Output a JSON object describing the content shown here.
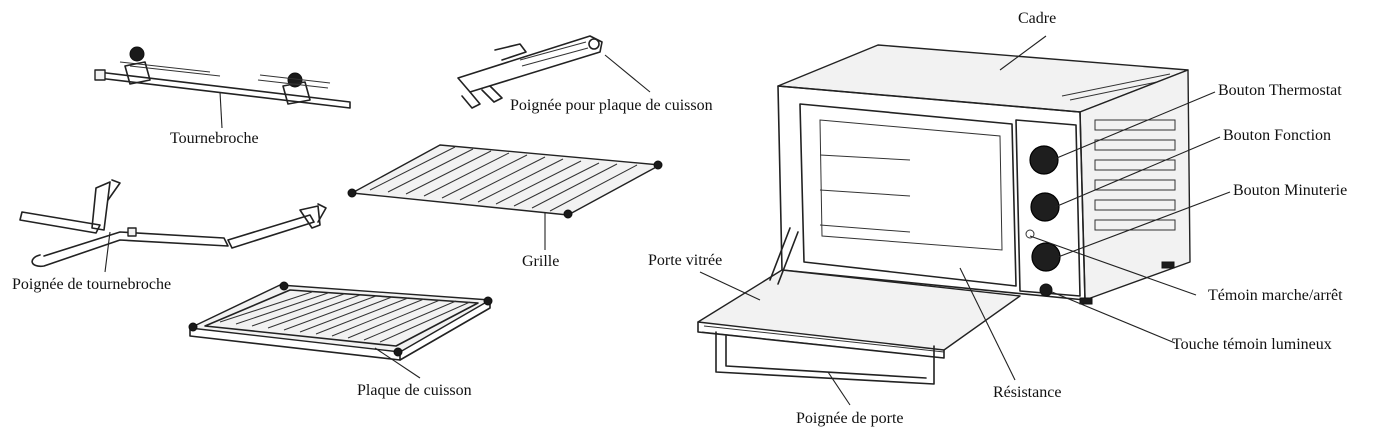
{
  "colors": {
    "line": "#222222",
    "label": "#111111",
    "background": "#ffffff"
  },
  "labels": {
    "tournebroche": "Tournebroche",
    "poignee_tournebroche": "Poignée de tournebroche",
    "plaque_cuisson": "Plaque de cuisson",
    "poignee_plaque": "Poignée pour plaque de cuisson",
    "grille": "Grille",
    "cadre": "Cadre",
    "bouton_thermostat": "Bouton Thermostat",
    "bouton_fonction": "Bouton Fonction",
    "bouton_minuterie": "Bouton Minuterie",
    "temoin_marche_arret": "Témoin marche/arrêt",
    "touche_temoin_lumineux": "Touche témoin lumineux",
    "porte_vitree": "Porte vitrée",
    "resistance": "Résistance",
    "poignee_porte": "Poignée de porte"
  }
}
